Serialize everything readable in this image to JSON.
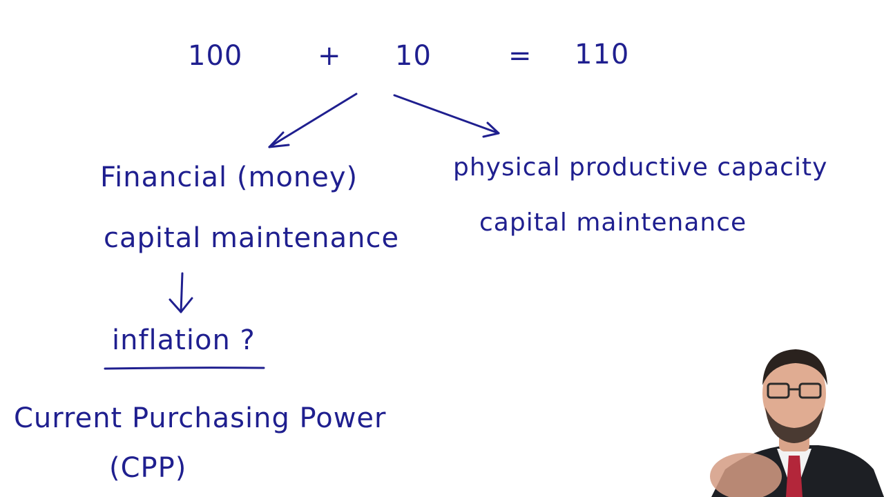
{
  "equation": {
    "term_a": "100",
    "plus": "+",
    "term_b": "10",
    "equals": "=",
    "result": "110"
  },
  "left_branch": {
    "line1": "Financial (money)",
    "line2": "capital maintenance",
    "question": "inflation ?",
    "answer_line1": "Current Purchasing Power",
    "answer_line2": "(CPP)"
  },
  "right_branch": {
    "line1": "physical productive capacity",
    "line2": "capital maintenance"
  },
  "colors": {
    "ink": "#1f1f8f",
    "background": "#ffffff"
  }
}
